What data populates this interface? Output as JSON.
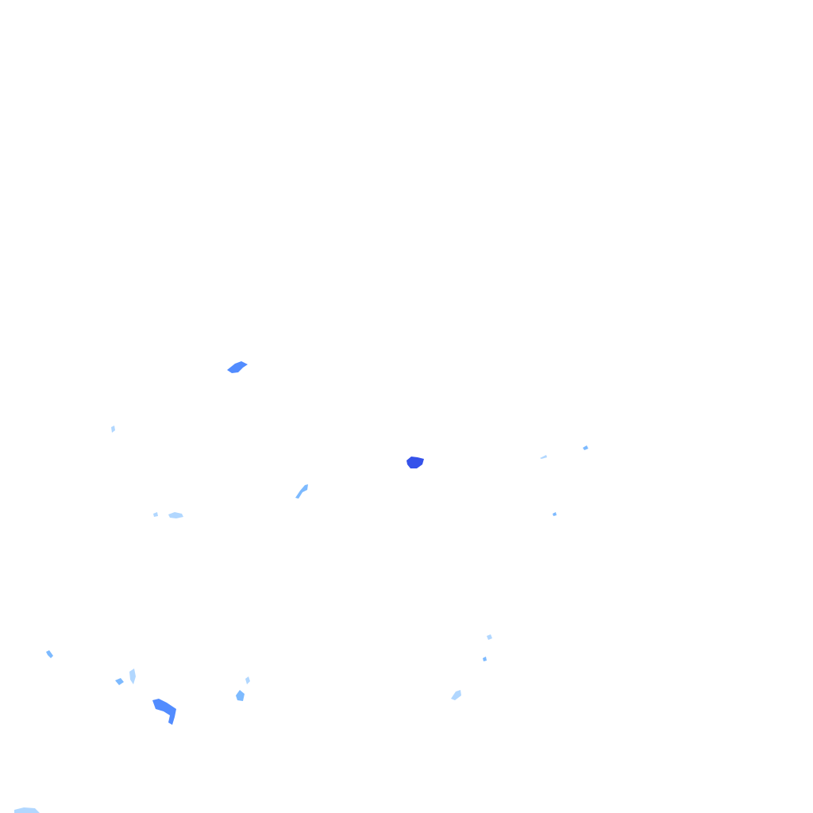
{
  "map": {
    "type": "radar-precipitation-overlay",
    "background_color": "#ffffff",
    "legend": [],
    "intensity_colors": {
      "light": "#a9d3ff",
      "moderate": "#6fb2ff",
      "heavy": "#3f7fff",
      "intense": "#1f3fe8"
    },
    "echo_cells": [
      {
        "id": "echo-1",
        "intensity": "heavy"
      },
      {
        "id": "echo-2",
        "intensity": "light"
      },
      {
        "id": "echo-3",
        "intensity": "intense"
      },
      {
        "id": "echo-4",
        "intensity": "moderate"
      },
      {
        "id": "echo-5",
        "intensity": "light"
      },
      {
        "id": "echo-6",
        "intensity": "moderate"
      },
      {
        "id": "echo-7",
        "intensity": "light"
      },
      {
        "id": "echo-8",
        "intensity": "light"
      },
      {
        "id": "echo-9",
        "intensity": "moderate"
      },
      {
        "id": "echo-10",
        "intensity": "moderate"
      },
      {
        "id": "echo-11",
        "intensity": "heavy"
      },
      {
        "id": "echo-12",
        "intensity": "moderate"
      },
      {
        "id": "echo-13",
        "intensity": "light"
      },
      {
        "id": "echo-14",
        "intensity": "moderate"
      },
      {
        "id": "echo-15",
        "intensity": "light"
      },
      {
        "id": "echo-16",
        "intensity": "light"
      },
      {
        "id": "echo-17",
        "intensity": "moderate"
      },
      {
        "id": "echo-18",
        "intensity": "light"
      },
      {
        "id": "echo-19",
        "intensity": "light"
      }
    ]
  }
}
